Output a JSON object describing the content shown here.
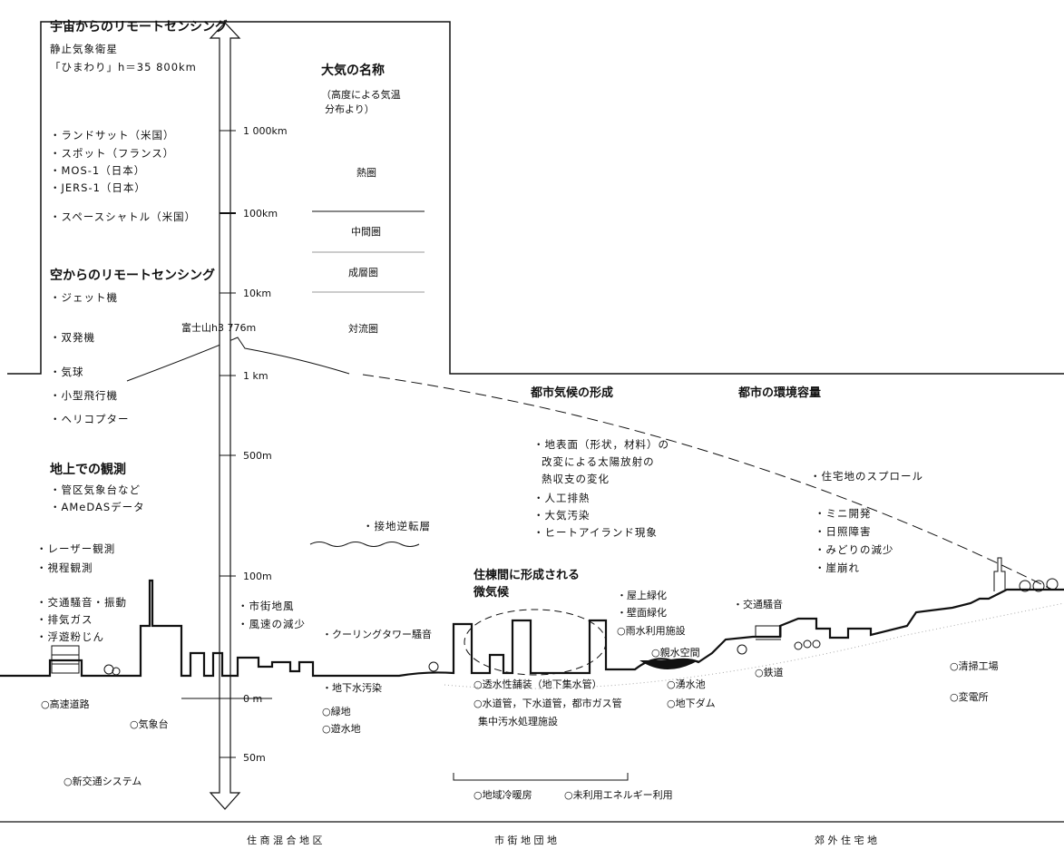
{
  "space": {
    "title": "宇宙からのリモートセンシング",
    "himawari_1": "静止気象衛星",
    "himawari_2": "「ひまわり」h＝35 800km",
    "items": [
      "・ランドサット（米国）",
      "・スポット（フランス）",
      "・MOS-1（日本）",
      "・JERS-1（日本）"
    ],
    "shuttle": "・スペースシャトル（米国）"
  },
  "sky": {
    "title": "空からのリモートセンシング",
    "jet": "・ジェット機",
    "twin": "・双発機",
    "balloon": "・気球",
    "small_plane": "・小型飛行機",
    "heli": "・ヘリコプター"
  },
  "ground": {
    "title": "地上での観測",
    "items": [
      "・管区気象台など",
      "・AMeDASデータ"
    ],
    "laser": "・レーザー観測",
    "visual": "・視程観測",
    "noise_items": [
      "・交通騒音・振動",
      "・排気ガス",
      "・浮遊粉じん"
    ]
  },
  "atmosphere": {
    "title": "大気の名称",
    "subtitle_1": "（高度による気温",
    "subtitle_2": "分布より）",
    "thermosphere": "熱圏",
    "mesosphere": "中間圏",
    "stratosphere": "成層圏",
    "troposphere": "対流圏"
  },
  "scale": {
    "km1000": "1 000km",
    "km100": "100km",
    "km10": "10km",
    "km1": "1 km",
    "m500": "500m",
    "m100": "100m",
    "m0": "0 m",
    "m50": "50m"
  },
  "fuji": "富士山h3 776m",
  "urban_climate": {
    "title": "都市気候の形成",
    "items": [
      "・地表面（形状，材料）の",
      "改変による太陽放射の",
      "熱収支の変化",
      "・人工排熱",
      "・大気汚染",
      "・ヒートアイランド現象"
    ]
  },
  "capacity": {
    "title": "都市の環境容量",
    "sprawl": "・住宅地のスプロール",
    "items": [
      "・ミニ開発",
      "・日照障害",
      "・みどりの減少",
      "・崖崩れ"
    ]
  },
  "inversion": "・接地逆転層",
  "micro": {
    "line1": "住棟間に形成される",
    "line2": "微気候"
  },
  "street": {
    "items": [
      "・市街地風",
      "・風速の減少"
    ]
  },
  "cooling": "・クーリングタワー騒音",
  "rooftop": {
    "items": [
      "・屋上緑化",
      "・壁面緑化"
    ]
  },
  "rain": "○雨水利用施設",
  "water_space": "○親水空間",
  "traffic_noise": "・交通騒音",
  "underground": {
    "groundwater": "・地下水汚染",
    "green_items": [
      "○緑地",
      "○遊水地"
    ],
    "pavement": "○透水性舗装（地下集水管）",
    "pipes": "○水道管，下水道管，都市ガス管",
    "sewage": "集中汚水処理施設",
    "spring": "○湧水池",
    "dam": "○地下ダム",
    "rail": "○鉄道",
    "incinerator": "○清掃工場",
    "substation": "○変電所",
    "highway": "○高速道路",
    "observatory": "○気象台",
    "transit": "○新交通システム",
    "district_heating": "○地域冷暖房",
    "unused_energy": "○未利用エネルギー利用"
  },
  "zones": [
    "住 商 混 合 地 区",
    "市 街 地 団 地",
    "郊 外 住 宅 地"
  ]
}
